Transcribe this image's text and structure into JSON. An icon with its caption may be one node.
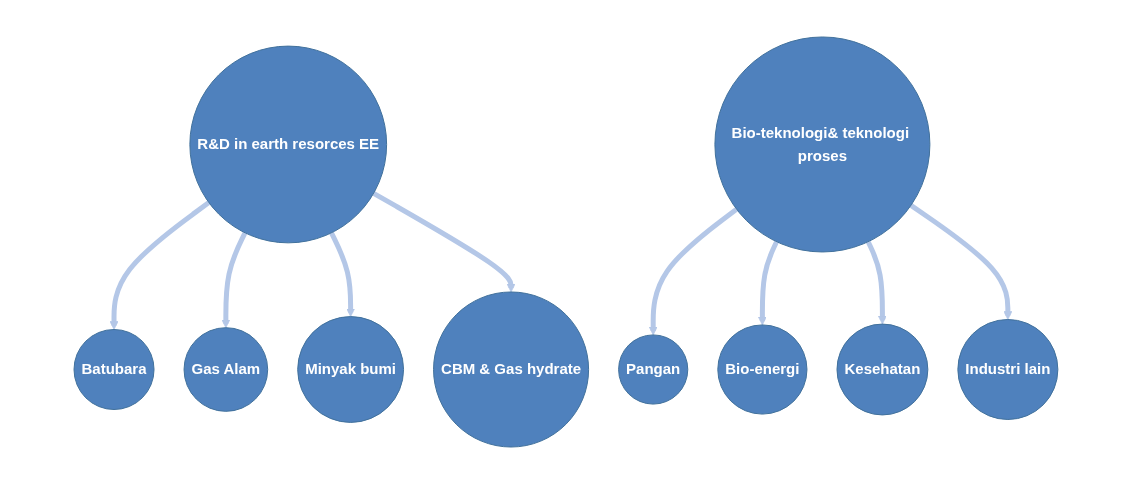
{
  "diagram": {
    "nodes": [
      {
        "text": [
          "R&D in earth resorces EE"
        ]
      },
      {
        "text": [
          "Batubara"
        ]
      },
      {
        "text": [
          "Gas Alam"
        ]
      },
      {
        "text": [
          "Minyak bumi"
        ]
      },
      {
        "text": [
          "CBM & Gas hydrate"
        ]
      },
      {
        "text": [
          "Bio-teknologi& teknologi proses"
        ]
      },
      {
        "text": [
          "Pangan"
        ]
      },
      {
        "text": [
          "Bio-energi"
        ]
      },
      {
        "text": [
          "Kesehatan"
        ]
      },
      {
        "text": [
          "Industri lain"
        ]
      }
    ],
    "edges": [
      {
        "from": 0,
        "to": 1,
        "arrow": "to"
      },
      {
        "from": 0,
        "to": 2,
        "arrow": "to"
      },
      {
        "from": 0,
        "to": 3,
        "arrow": "to"
      },
      {
        "from": 0,
        "to": 4,
        "arrow": "to"
      },
      {
        "from": 5,
        "to": 6,
        "arrow": "to"
      },
      {
        "from": 5,
        "to": 7,
        "arrow": "to"
      },
      {
        "from": 5,
        "to": 8,
        "arrow": "to"
      },
      {
        "from": 5,
        "to": 9,
        "arrow": "to"
      }
    ]
  }
}
